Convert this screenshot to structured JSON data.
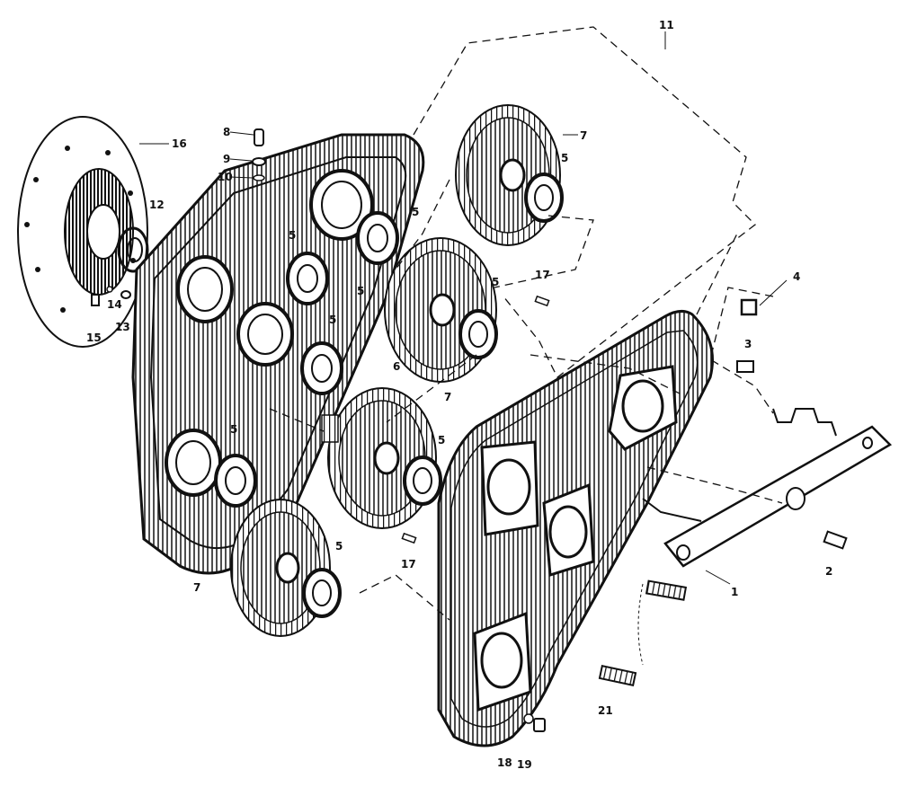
{
  "labels": {
    "l1": "1",
    "l2": "2",
    "l3": "3",
    "l4": "4",
    "l5a": "5",
    "l5b": "5",
    "l5c": "5",
    "l5d": "5",
    "l5e": "5",
    "l5f": "5",
    "l5g": "5",
    "l5h": "5",
    "l5i": "5",
    "l6": "6",
    "l7a": "7",
    "l7b": "7",
    "l7c": "7",
    "l8": "8",
    "l9": "9",
    "l10": "10",
    "l11": "11",
    "l12": "12",
    "l13": "13",
    "l14": "14",
    "l15": "15",
    "l16": "16",
    "l17a": "17",
    "l17b": "17",
    "l18": "18",
    "l19": "19",
    "l21": "21"
  }
}
